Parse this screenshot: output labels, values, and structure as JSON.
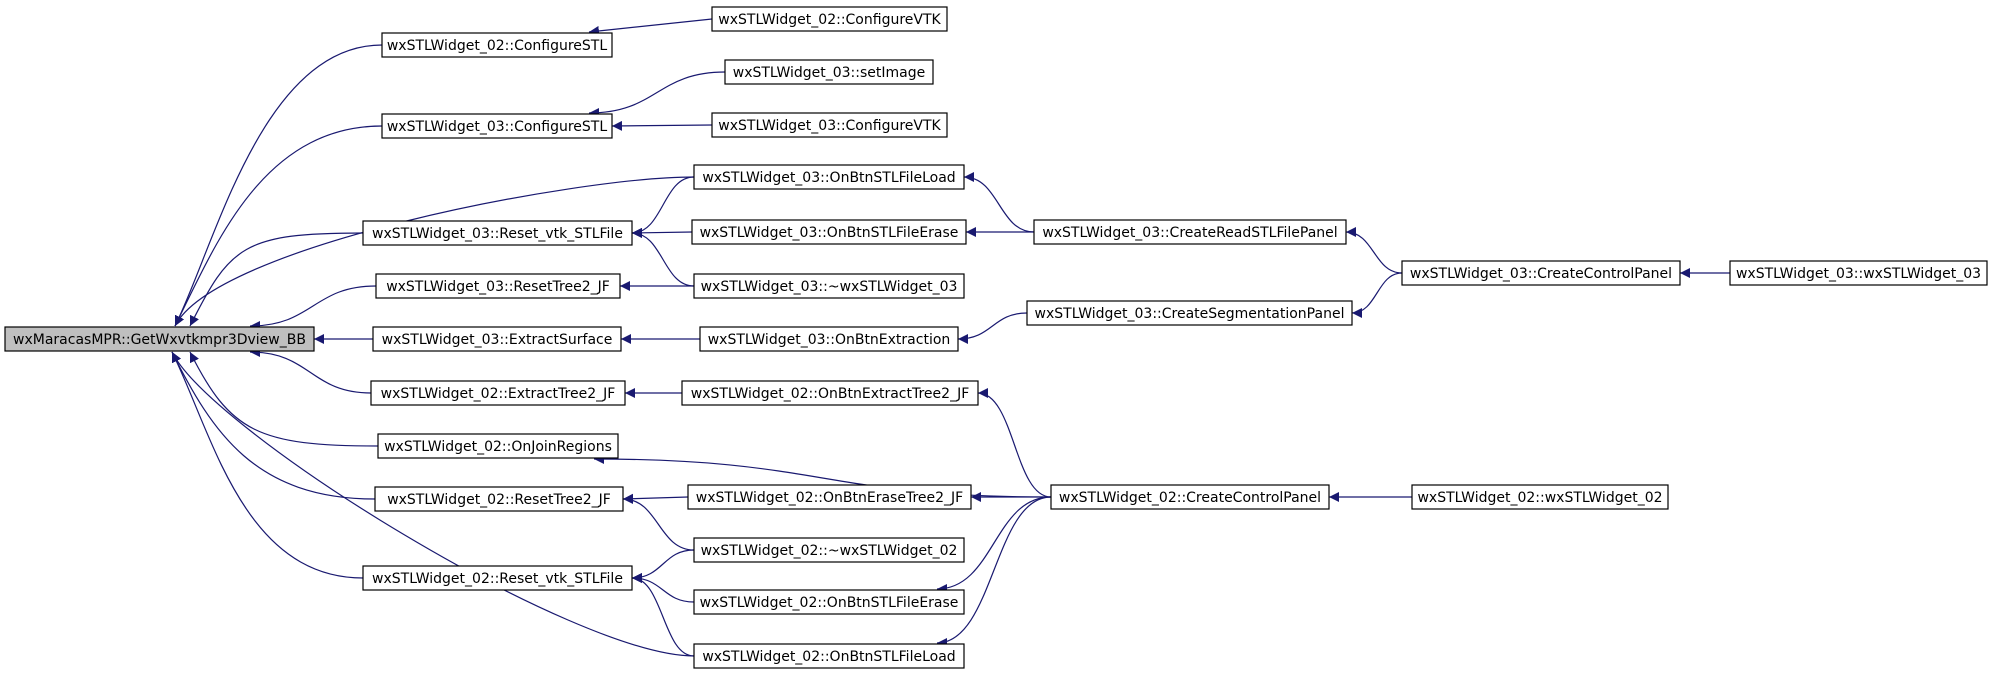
{
  "nodes": [
    {
      "id": "root",
      "label": "wxMaracasMPR::GetWxvtkmpr3Dview_BB",
      "highlight": true
    },
    {
      "id": "n02_cfgstl",
      "label": "wxSTLWidget_02::ConfigureSTL"
    },
    {
      "id": "n02_cfgvtk",
      "label": "wxSTLWidget_02::ConfigureVTK"
    },
    {
      "id": "n03_setimage",
      "label": "wxSTLWidget_03::setImage"
    },
    {
      "id": "n03_cfgstl",
      "label": "wxSTLWidget_03::ConfigureSTL"
    },
    {
      "id": "n03_cfgvtk",
      "label": "wxSTLWidget_03::ConfigureVTK"
    },
    {
      "id": "n03_btnload",
      "label": "wxSTLWidget_03::OnBtnSTLFileLoad"
    },
    {
      "id": "n03_reset",
      "label": "wxSTLWidget_03::Reset_vtk_STLFile"
    },
    {
      "id": "n03_btnerase",
      "label": "wxSTLWidget_03::OnBtnSTLFileErase"
    },
    {
      "id": "n03_createread",
      "label": "wxSTLWidget_03::CreateReadSTLFilePanel"
    },
    {
      "id": "n03_createctrl",
      "label": "wxSTLWidget_03::CreateControlPanel"
    },
    {
      "id": "n03_ctor",
      "label": "wxSTLWidget_03::wxSTLWidget_03"
    },
    {
      "id": "n03_resettree",
      "label": "wxSTLWidget_03::ResetTree2_JF"
    },
    {
      "id": "n03_dtor",
      "label": "wxSTLWidget_03::~wxSTLWidget_03"
    },
    {
      "id": "n03_extract",
      "label": "wxSTLWidget_03::ExtractSurface"
    },
    {
      "id": "n03_btnextract",
      "label": "wxSTLWidget_03::OnBtnExtraction"
    },
    {
      "id": "n03_createseg",
      "label": "wxSTLWidget_03::CreateSegmentationPanel"
    },
    {
      "id": "n02_extracttree",
      "label": "wxSTLWidget_02::ExtractTree2_JF"
    },
    {
      "id": "n02_btnextracttree",
      "label": "wxSTLWidget_02::OnBtnExtractTree2_JF"
    },
    {
      "id": "n02_join",
      "label": "wxSTLWidget_02::OnJoinRegions"
    },
    {
      "id": "n02_resettree",
      "label": "wxSTLWidget_02::ResetTree2_JF"
    },
    {
      "id": "n02_btnerasetree",
      "label": "wxSTLWidget_02::OnBtnEraseTree2_JF"
    },
    {
      "id": "n02_createctrl",
      "label": "wxSTLWidget_02::CreateControlPanel"
    },
    {
      "id": "n02_ctor",
      "label": "wxSTLWidget_02::wxSTLWidget_02"
    },
    {
      "id": "n02_dtor",
      "label": "wxSTLWidget_02::~wxSTLWidget_02"
    },
    {
      "id": "n02_reset",
      "label": "wxSTLWidget_02::Reset_vtk_STLFile"
    },
    {
      "id": "n02_btnerase",
      "label": "wxSTLWidget_02::OnBtnSTLFileErase"
    },
    {
      "id": "n02_btnload",
      "label": "wxSTLWidget_02::OnBtnSTLFileLoad"
    }
  ],
  "edges": [
    [
      "n02_cfgstl",
      "root"
    ],
    [
      "n02_cfgvtk",
      "n02_cfgstl"
    ],
    [
      "n03_cfgstl",
      "root"
    ],
    [
      "n03_setimage",
      "n03_cfgstl"
    ],
    [
      "n03_cfgvtk",
      "n03_cfgstl"
    ],
    [
      "n03_btnload",
      "root"
    ],
    [
      "n03_reset",
      "root"
    ],
    [
      "n03_btnload",
      "n03_reset"
    ],
    [
      "n03_btnerase",
      "n03_reset"
    ],
    [
      "n03_dtor",
      "n03_reset"
    ],
    [
      "n03_createread",
      "n03_btnload"
    ],
    [
      "n03_createread",
      "n03_btnerase"
    ],
    [
      "n03_createctrl",
      "n03_createread"
    ],
    [
      "n03_ctor",
      "n03_createctrl"
    ],
    [
      "n03_resettree",
      "root"
    ],
    [
      "n03_dtor",
      "n03_resettree"
    ],
    [
      "n03_extract",
      "root"
    ],
    [
      "n03_btnextract",
      "n03_extract"
    ],
    [
      "n03_createseg",
      "n03_btnextract"
    ],
    [
      "n03_createctrl",
      "n03_createseg"
    ],
    [
      "n02_extracttree",
      "root"
    ],
    [
      "n02_btnextracttree",
      "n02_extracttree"
    ],
    [
      "n02_createctrl",
      "n02_btnextracttree"
    ],
    [
      "n02_join",
      "root"
    ],
    [
      "n02_createctrl",
      "n02_join"
    ],
    [
      "n02_resettree",
      "root"
    ],
    [
      "n02_btnerasetree",
      "n02_resettree"
    ],
    [
      "n02_dtor",
      "n02_resettree"
    ],
    [
      "n02_createctrl",
      "n02_btnerasetree"
    ],
    [
      "n02_ctor",
      "n02_createctrl"
    ],
    [
      "n02_reset",
      "root"
    ],
    [
      "n02_dtor",
      "n02_reset"
    ],
    [
      "n02_btnerase",
      "n02_reset"
    ],
    [
      "n02_btnload",
      "n02_reset"
    ],
    [
      "n02_btnload",
      "root"
    ],
    [
      "n02_createctrl",
      "n02_btnerase"
    ],
    [
      "n02_createctrl",
      "n02_btnload"
    ]
  ],
  "colors": {
    "edge": "#191970",
    "node_border": "#000000",
    "node_fill": "#ffffff",
    "highlight_fill": "#bfbfbf"
  }
}
